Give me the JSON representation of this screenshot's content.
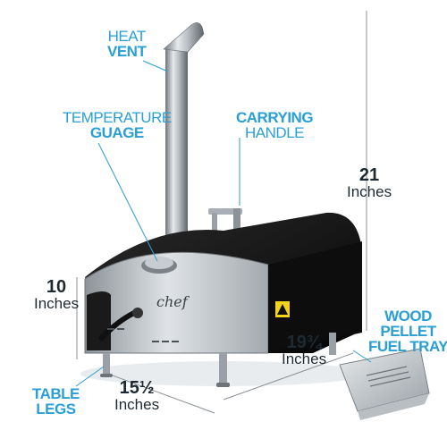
{
  "callouts": {
    "heat_vent": {
      "line1": "HEAT",
      "line2": "VENT"
    },
    "temperature_gauge": {
      "line1": "TEMPERATURE",
      "line2": "GUAGE"
    },
    "carrying_handle": {
      "line1": "CARRYING",
      "line2": "HANDLE"
    },
    "table_legs": {
      "line1": "TABLE",
      "line2": "LEGS"
    },
    "fuel_tray": {
      "line1": "WOOD",
      "line2": "PELLET",
      "line3": "FUEL TRAY"
    }
  },
  "dimensions": {
    "height_total": {
      "value": "21",
      "unit": "Inches"
    },
    "height_body": {
      "value": "10",
      "unit": "Inches"
    },
    "width": {
      "value": "15½",
      "unit": "Inches"
    },
    "depth": {
      "value": "19¾",
      "unit": "Inches"
    }
  },
  "brand": {
    "logo_text": "chef"
  },
  "colors": {
    "accent": "#2a9fd6",
    "text_dark": "#1e2a33",
    "oven_body": "#111111",
    "steel": "#b9bec3"
  }
}
